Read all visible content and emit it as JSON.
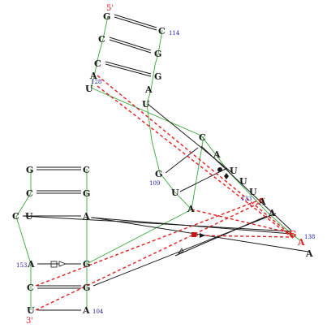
{
  "diagram": {
    "ends": {
      "five_prime": "5'",
      "three_prime": "3'"
    },
    "numbers": {
      "n114": "114",
      "n128": "128",
      "n109": "109",
      "n133": "133",
      "n138": "138",
      "n153": "153",
      "n104": "104"
    },
    "nucleotides": {
      "g_top": "G",
      "c_top": "C",
      "c2": "C",
      "g2": "G",
      "c3": "C",
      "g3": "G",
      "a128": "A",
      "u128": "U",
      "a_r": "A",
      "u_r": "U",
      "c_mid": "C",
      "a_mid": "A",
      "u_mid": "U",
      "g109": "G",
      "u109": "U",
      "u_j1": "U",
      "u_j2": "U",
      "a_j1": "A",
      "a_j2": "A",
      "g_j": "G",
      "a138": "A",
      "a_low": "A",
      "a_far": "A",
      "g_l1": "G",
      "c_r1": "C",
      "c_l2": "C",
      "g_r2": "G",
      "c_l3": "C",
      "u_l3": "U",
      "a_r3": "A",
      "a153": "A",
      "g_r4": "G",
      "c_l5": "C",
      "g_r5": "G",
      "u_bot": "U",
      "a104": "A"
    },
    "colors": {
      "red": "#e02020",
      "green": "#3aa83a",
      "black": "#1a1a1a",
      "blue": "#1b1bb0"
    }
  }
}
